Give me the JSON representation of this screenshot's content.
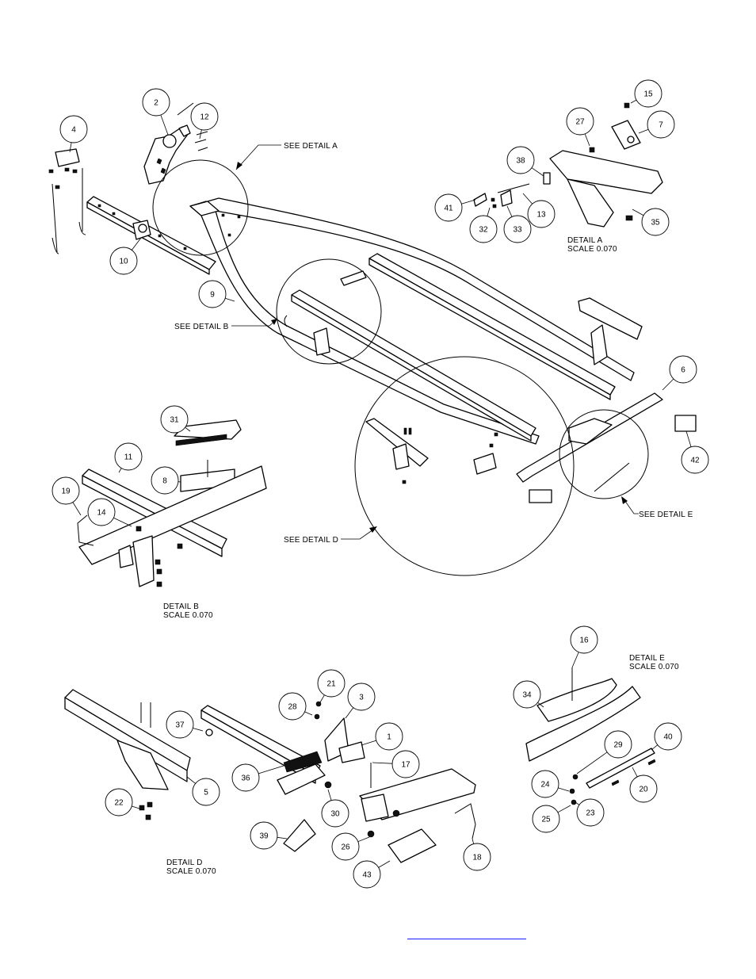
{
  "callouts": {
    "detail_a_ref": "SEE DETAIL  A",
    "detail_b_ref": "SEE DETAIL  B",
    "detail_d_ref": "SEE DETAIL  D",
    "detail_e_ref": "SEE DETAIL  E"
  },
  "detail_titles": {
    "a": [
      "DETAIL  A",
      "SCALE  0.070"
    ],
    "b": [
      "DETAIL  B",
      "SCALE  0.070"
    ],
    "d": [
      "DETAIL  D",
      "SCALE  0.070"
    ],
    "e": [
      "DETAIL  E",
      "SCALE  0.070"
    ]
  },
  "balloons": {
    "b2": "2",
    "b12": "12",
    "b4": "4",
    "b10": "10",
    "b9": "9",
    "b27": "27",
    "b15": "15",
    "b7": "7",
    "b38": "38",
    "b41": "41",
    "b32": "32",
    "b33": "33",
    "b13": "13",
    "b35": "35",
    "b6": "6",
    "b42": "42",
    "b31": "31",
    "b11": "11",
    "b8": "8",
    "b19": "19",
    "b14": "14",
    "b16": "16",
    "b34": "34",
    "b29": "29",
    "b40": "40",
    "b24": "24",
    "b23": "23",
    "b25": "25",
    "b20": "20",
    "b21": "21",
    "b3": "3",
    "b28": "28",
    "b37": "37",
    "b1": "1",
    "b17": "17",
    "b36": "36",
    "b5": "5",
    "b22": "22",
    "b30": "30",
    "b39": "39",
    "b26": "26",
    "b18": "18",
    "b43": "43"
  },
  "footer_link": ""
}
